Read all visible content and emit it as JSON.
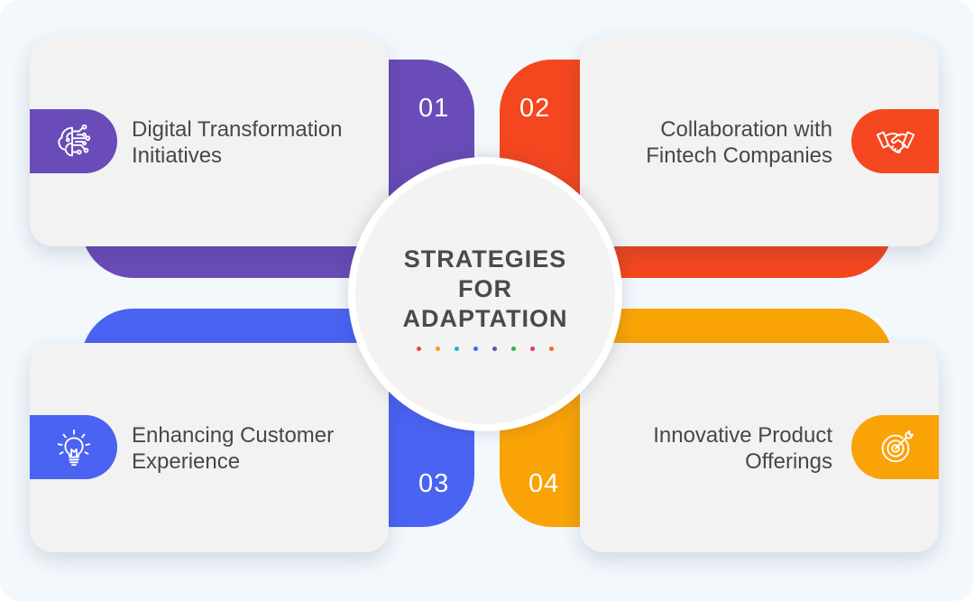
{
  "colors": {
    "purple": "#6a4cb8",
    "red_orange": "#f4471f",
    "blue": "#4a63f2",
    "amber": "#f9a307"
  },
  "center": {
    "title": "STRATEGIES\nFOR\nADAPTATION",
    "dot_colors": [
      "#f4471f",
      "#f9a307",
      "#19b5d6",
      "#4a63f2",
      "#6a4cb8",
      "#2fb24c",
      "#e0347d",
      "#f26b1d"
    ]
  },
  "strategies": [
    {
      "number": "01",
      "label": "Digital Transformation\nInitiatives",
      "icon": "ai-brain-circuit-icon",
      "color": "#6a4cb8"
    },
    {
      "number": "02",
      "label": "Collaboration with\nFintech Companies",
      "icon": "handshake-icon",
      "color": "#f4471f"
    },
    {
      "number": "03",
      "label": "Enhancing Customer\nExperience",
      "icon": "lightbulb-icon",
      "color": "#4a63f2"
    },
    {
      "number": "04",
      "label": "Innovative Product\nOfferings",
      "icon": "target-icon",
      "color": "#f9a307"
    }
  ]
}
